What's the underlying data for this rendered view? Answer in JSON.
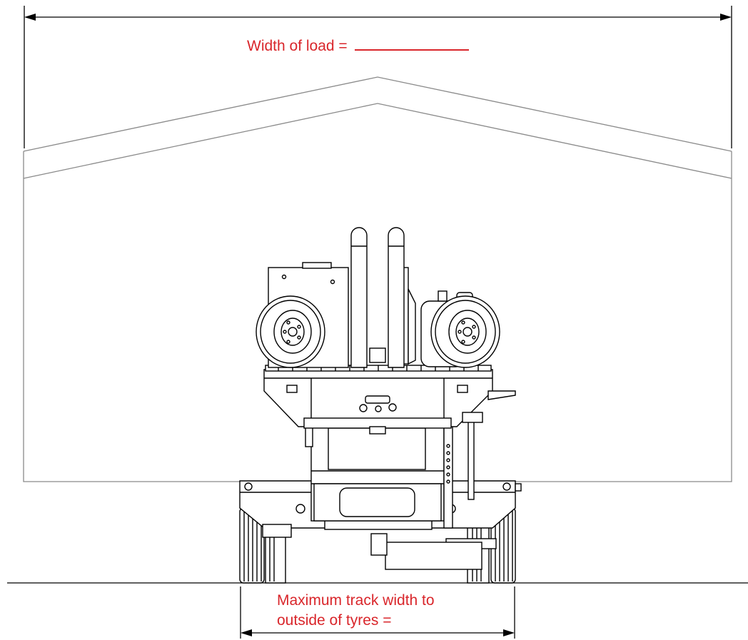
{
  "labels": {
    "load_width_text": "Width of load =",
    "track_width_line1": "Maximum track width to",
    "track_width_line2": "outside of tyres ="
  },
  "colors": {
    "label_red": "#d9262b",
    "line": "#000000",
    "outline_grey": "#8a8a8a"
  }
}
